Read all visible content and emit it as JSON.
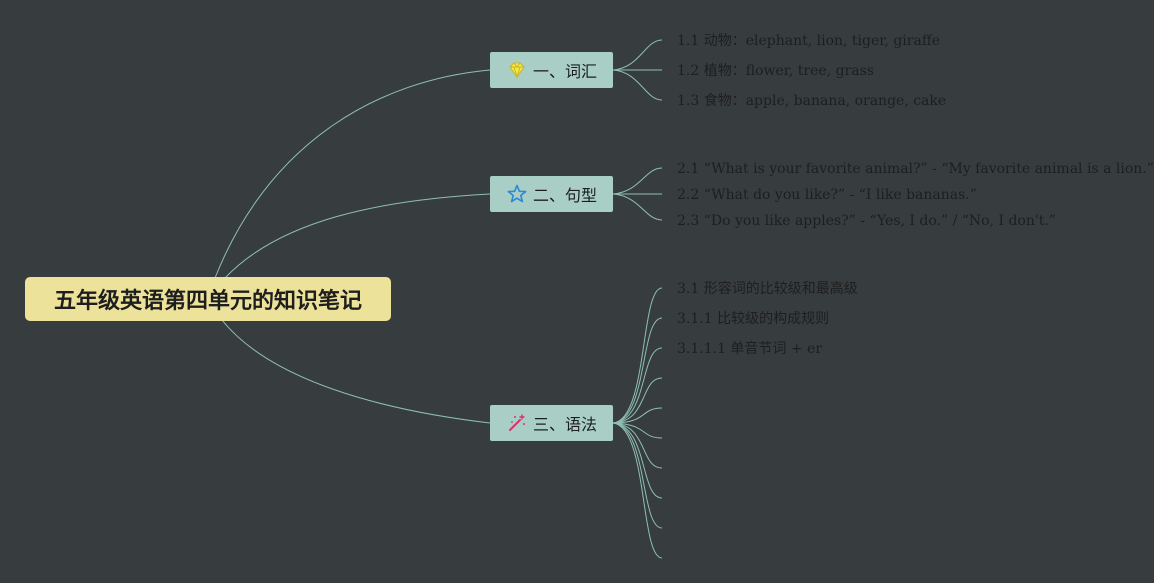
{
  "root": {
    "title": "五年级英语第四单元的知识笔记"
  },
  "colors": {
    "background": "#373d3f",
    "root_fill": "#ede29a",
    "branch_fill": "#a8cec6",
    "connector": "#8fbfb3",
    "text": "#1e1e1e"
  },
  "branches": [
    {
      "label": "一、词汇",
      "icon": "diamond-icon",
      "items": [
        "1.1 动物：elephant, lion, tiger, giraffe",
        "1.2 植物：flower, tree, grass",
        "1.3 食物：apple, banana, orange, cake"
      ]
    },
    {
      "label": "二、句型",
      "icon": "star-icon",
      "items": [
        "2.1 “What is your favorite animal?” - “My favorite animal is a lion.”",
        "2.2 “What do you like?” - “I like bananas.”",
        "2.3 “Do you like apples?” - “Yes, I do.” / “No, I don't.”"
      ]
    },
    {
      "label": "三、语法",
      "icon": "magic-wand-icon",
      "items": [
        "3.1 形容词的比较级和最高级",
        "3.1.1 比较级的构成规则",
        "3.1.1.1 单音节词 + er",
        "",
        "",
        "",
        "",
        "",
        "",
        ""
      ]
    }
  ]
}
